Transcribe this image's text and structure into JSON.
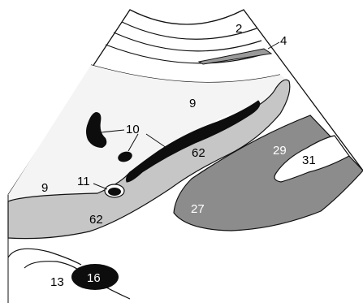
{
  "colors": {
    "background": "#ffffff",
    "stroke": "#111111",
    "light_region": "#f4f4f4",
    "mid_gray": "#c6c6c6",
    "dark_gray": "#8c8c8c",
    "black_region": "#0d0d0d",
    "white_text": "#ffffff"
  },
  "labels": {
    "l2": "2",
    "l4": "4",
    "l9_top": "9",
    "l9_left": "9",
    "l10": "10",
    "l11": "11",
    "l62_mid": "62",
    "l62_low": "62",
    "l27": "27",
    "l29": "29",
    "l31": "31",
    "l13": "13",
    "l16": "16"
  }
}
